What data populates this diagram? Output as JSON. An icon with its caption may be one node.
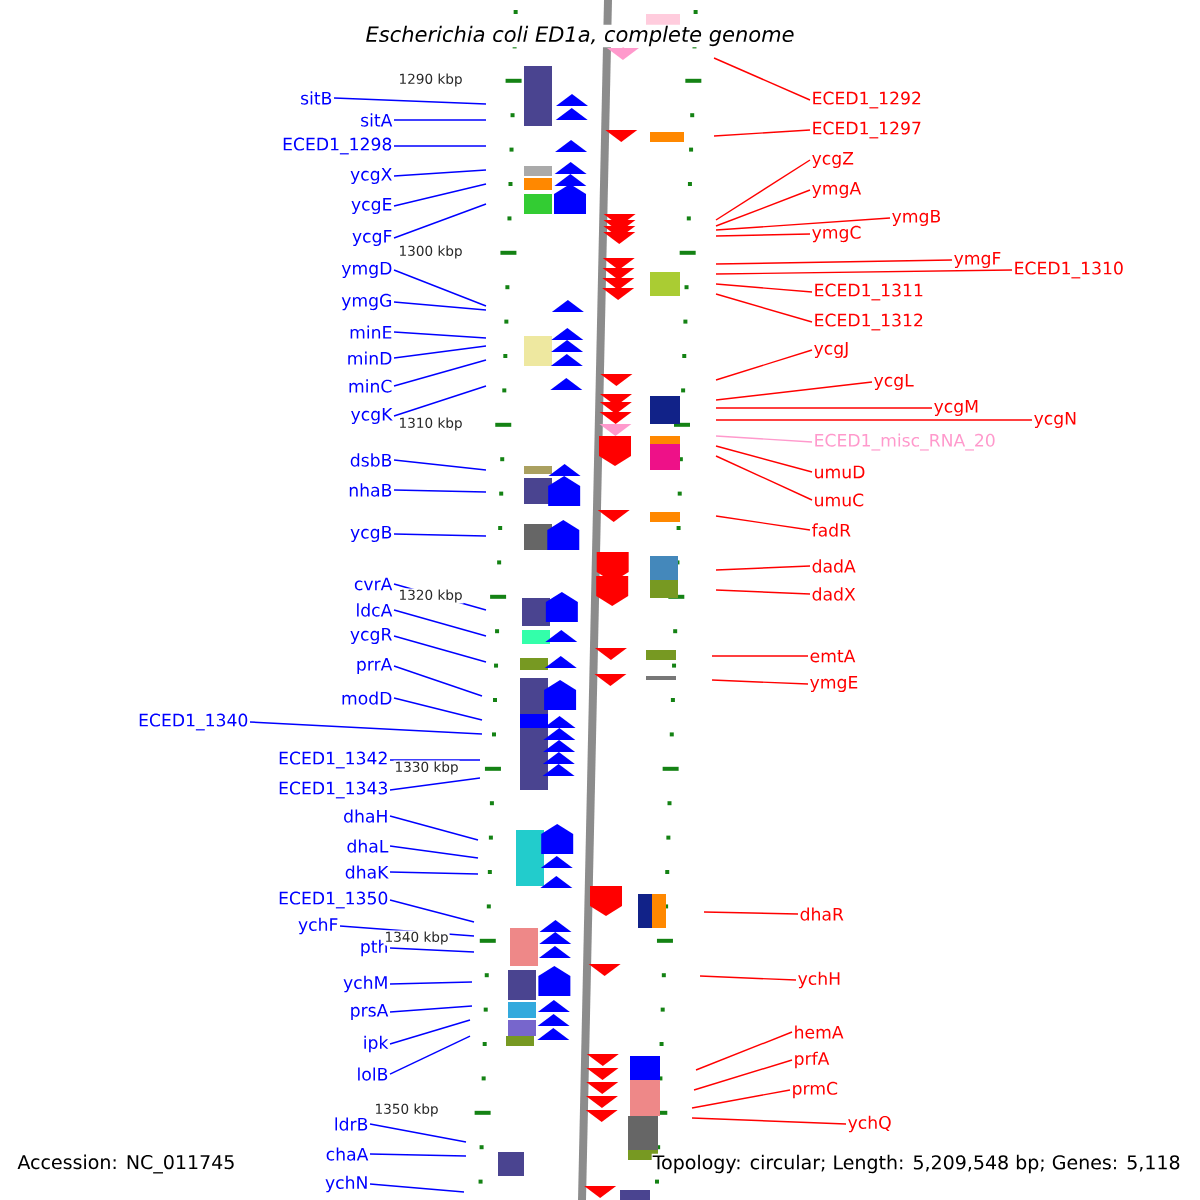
{
  "diagram": {
    "title": "Escherichia coli ED1a, complete genome",
    "nodes": [
      {
        "text": [
          "sitB"
        ]
      },
      {
        "text": [
          "sitA"
        ]
      },
      {
        "text": [
          "ECED1_1298"
        ]
      },
      {
        "text": [
          "ycgX"
        ]
      },
      {
        "text": [
          "ycgE"
        ]
      },
      {
        "text": [
          "ycgF"
        ]
      },
      {
        "text": [
          "ymgD"
        ]
      },
      {
        "text": [
          "ymgG"
        ]
      },
      {
        "text": [
          "minE"
        ]
      },
      {
        "text": [
          "minD"
        ]
      },
      {
        "text": [
          "minC"
        ]
      },
      {
        "text": [
          "ycgK"
        ]
      },
      {
        "text": [
          "dsbB"
        ]
      },
      {
        "text": [
          "nhaB"
        ]
      },
      {
        "text": [
          "ycgB"
        ]
      },
      {
        "text": [
          "cvrA"
        ]
      },
      {
        "text": [
          "ldcA"
        ]
      },
      {
        "text": [
          "ycgR"
        ]
      },
      {
        "text": [
          "prrA"
        ]
      },
      {
        "text": [
          "modD"
        ]
      },
      {
        "text": [
          "ECED1_1340"
        ]
      },
      {
        "text": [
          "ECED1_1342"
        ]
      },
      {
        "text": [
          "ECED1_1343"
        ]
      },
      {
        "text": [
          "dhaH"
        ]
      },
      {
        "text": [
          "dhaL"
        ]
      },
      {
        "text": [
          "dhaK"
        ]
      },
      {
        "text": [
          "ECED1_1350"
        ]
      },
      {
        "text": [
          "ychF"
        ]
      },
      {
        "text": [
          "pth"
        ]
      },
      {
        "text": [
          "ychM"
        ]
      },
      {
        "text": [
          "prsA"
        ]
      },
      {
        "text": [
          "ipk"
        ]
      },
      {
        "text": [
          "lolB"
        ]
      },
      {
        "text": [
          "ldrB"
        ]
      },
      {
        "text": [
          "chaA"
        ]
      },
      {
        "text": [
          "ychN"
        ]
      },
      {
        "text": [
          "ECED1_1292"
        ]
      },
      {
        "text": [
          "ECED1_1297"
        ]
      },
      {
        "text": [
          "ycgZ"
        ]
      },
      {
        "text": [
          "ymgA"
        ]
      },
      {
        "text": [
          "ymgB"
        ]
      },
      {
        "text": [
          "ymgC"
        ]
      },
      {
        "text": [
          "ymgF"
        ]
      },
      {
        "text": [
          "ECED1_1310"
        ]
      },
      {
        "text": [
          "ECED1_1311"
        ]
      },
      {
        "text": [
          "ECED1_1312"
        ]
      },
      {
        "text": [
          "ycgJ"
        ]
      },
      {
        "text": [
          "ycgL"
        ]
      },
      {
        "text": [
          "ycgM"
        ]
      },
      {
        "text": [
          "ycgN"
        ]
      },
      {
        "text": [
          "ECED1_misc_RNA_20"
        ]
      },
      {
        "text": [
          "umuD"
        ]
      },
      {
        "text": [
          "umuC"
        ]
      },
      {
        "text": [
          "fadR"
        ]
      },
      {
        "text": [
          "dadA"
        ]
      },
      {
        "text": [
          "dadX"
        ]
      },
      {
        "text": [
          "emtA"
        ]
      },
      {
        "text": [
          "ymgE"
        ]
      },
      {
        "text": [
          "dhaR"
        ]
      },
      {
        "text": [
          "ychH"
        ]
      },
      {
        "text": [
          "hemA"
        ]
      },
      {
        "text": [
          "prfA"
        ]
      },
      {
        "text": [
          "prmC"
        ]
      },
      {
        "text": [
          "ychQ"
        ]
      }
    ],
    "edges": [
      {
        "from": 0,
        "to": null,
        "arrow": "none"
      },
      {
        "from": 1,
        "to": null,
        "arrow": "none"
      },
      {
        "from": 2,
        "to": null,
        "arrow": "none"
      },
      {
        "from": 3,
        "to": null,
        "arrow": "none"
      },
      {
        "from": 4,
        "to": null,
        "arrow": "none"
      },
      {
        "from": 5,
        "to": null,
        "arrow": "none"
      },
      {
        "from": 6,
        "to": null,
        "arrow": "none"
      },
      {
        "from": 7,
        "to": null,
        "arrow": "none"
      },
      {
        "from": 8,
        "to": null,
        "arrow": "none"
      },
      {
        "from": 9,
        "to": null,
        "arrow": "none"
      },
      {
        "from": 10,
        "to": null,
        "arrow": "none"
      },
      {
        "from": 11,
        "to": null,
        "arrow": "none"
      },
      {
        "from": 12,
        "to": null,
        "arrow": "none"
      },
      {
        "from": 13,
        "to": null,
        "arrow": "none"
      },
      {
        "from": 14,
        "to": null,
        "arrow": "none"
      },
      {
        "from": 15,
        "to": null,
        "arrow": "none"
      },
      {
        "from": 16,
        "to": null,
        "arrow": "none"
      },
      {
        "from": 17,
        "to": null,
        "arrow": "none"
      },
      {
        "from": 18,
        "to": null,
        "arrow": "none"
      },
      {
        "from": 19,
        "to": null,
        "arrow": "none"
      },
      {
        "from": 20,
        "to": null,
        "arrow": "none"
      },
      {
        "from": 21,
        "to": null,
        "arrow": "none"
      },
      {
        "from": 22,
        "to": null,
        "arrow": "none"
      },
      {
        "from": 23,
        "to": null,
        "arrow": "none"
      },
      {
        "from": 24,
        "to": null,
        "arrow": "none"
      },
      {
        "from": 25,
        "to": null,
        "arrow": "none"
      },
      {
        "from": 26,
        "to": null,
        "arrow": "none"
      },
      {
        "from": 27,
        "to": null,
        "arrow": "none"
      },
      {
        "from": 28,
        "to": null,
        "arrow": "none"
      },
      {
        "from": 29,
        "to": null,
        "arrow": "none"
      },
      {
        "from": 30,
        "to": null,
        "arrow": "none"
      },
      {
        "from": 31,
        "to": null,
        "arrow": "none"
      },
      {
        "from": 32,
        "to": null,
        "arrow": "none"
      },
      {
        "from": 33,
        "to": null,
        "arrow": "none"
      },
      {
        "from": 34,
        "to": null,
        "arrow": "none"
      },
      {
        "from": 35,
        "to": null,
        "arrow": "none"
      },
      {
        "from": 36,
        "to": null,
        "arrow": "none",
        "color": "#ff0000"
      },
      {
        "from": 37,
        "to": null,
        "arrow": "none",
        "color": "#ff0000"
      },
      {
        "from": 38,
        "to": null,
        "arrow": "none",
        "color": "#ff0000"
      },
      {
        "from": 39,
        "to": null,
        "arrow": "none",
        "color": "#ff0000"
      },
      {
        "from": 40,
        "to": null,
        "arrow": "none",
        "color": "#ff0000"
      },
      {
        "from": 41,
        "to": null,
        "arrow": "none",
        "color": "#ff0000"
      },
      {
        "from": 42,
        "to": null,
        "arrow": "none",
        "color": "#ff0000"
      },
      {
        "from": 43,
        "to": null,
        "arrow": "none",
        "color": "#ff0000"
      },
      {
        "from": 44,
        "to": null,
        "arrow": "none",
        "color": "#ff0000"
      },
      {
        "from": 45,
        "to": null,
        "arrow": "none",
        "color": "#ff0000"
      },
      {
        "from": 46,
        "to": null,
        "arrow": "none",
        "color": "#ff0000"
      },
      {
        "from": 47,
        "to": null,
        "arrow": "none",
        "color": "#ff0000"
      },
      {
        "from": 48,
        "to": null,
        "arrow": "none",
        "color": "#ff0000"
      },
      {
        "from": 49,
        "to": null,
        "arrow": "none",
        "color": "#ff0000"
      },
      {
        "from": 50,
        "to": null,
        "arrow": "none",
        "color": "#ff99cc"
      },
      {
        "from": 51,
        "to": null,
        "arrow": "none",
        "color": "#ff0000"
      },
      {
        "from": 52,
        "to": null,
        "arrow": "none",
        "color": "#ff0000"
      },
      {
        "from": 53,
        "to": null,
        "arrow": "none",
        "color": "#ff0000"
      },
      {
        "from": 54,
        "to": null,
        "arrow": "none",
        "color": "#ff0000"
      },
      {
        "from": 55,
        "to": null,
        "arrow": "none",
        "color": "#ff0000"
      },
      {
        "from": 56,
        "to": null,
        "arrow": "none",
        "color": "#ff0000"
      },
      {
        "from": 57,
        "to": null,
        "arrow": "none",
        "color": "#ff0000"
      },
      {
        "from": 58,
        "to": null,
        "arrow": "none",
        "color": "#ff0000"
      },
      {
        "from": 59,
        "to": null,
        "arrow": "none",
        "color": "#ff0000"
      },
      {
        "from": 60,
        "to": null,
        "arrow": "none",
        "color": "#ff0000"
      },
      {
        "from": 61,
        "to": null,
        "arrow": "none",
        "color": "#ff0000"
      },
      {
        "from": 62,
        "to": null,
        "arrow": "none",
        "color": "#ff0000"
      },
      {
        "from": 63,
        "to": null,
        "arrow": "none",
        "color": "#ff0000"
      }
    ],
    "labels": [
      "1290 kbp",
      "1300 kbp",
      "1310 kbp",
      "1320 kbp",
      "1330 kbp",
      "1340 kbp",
      "1350 kbp",
      "Accession: NC_011745",
      "Topology: circular; Length: 5,209,548 bp; Genes: 5,118"
    ]
  }
}
